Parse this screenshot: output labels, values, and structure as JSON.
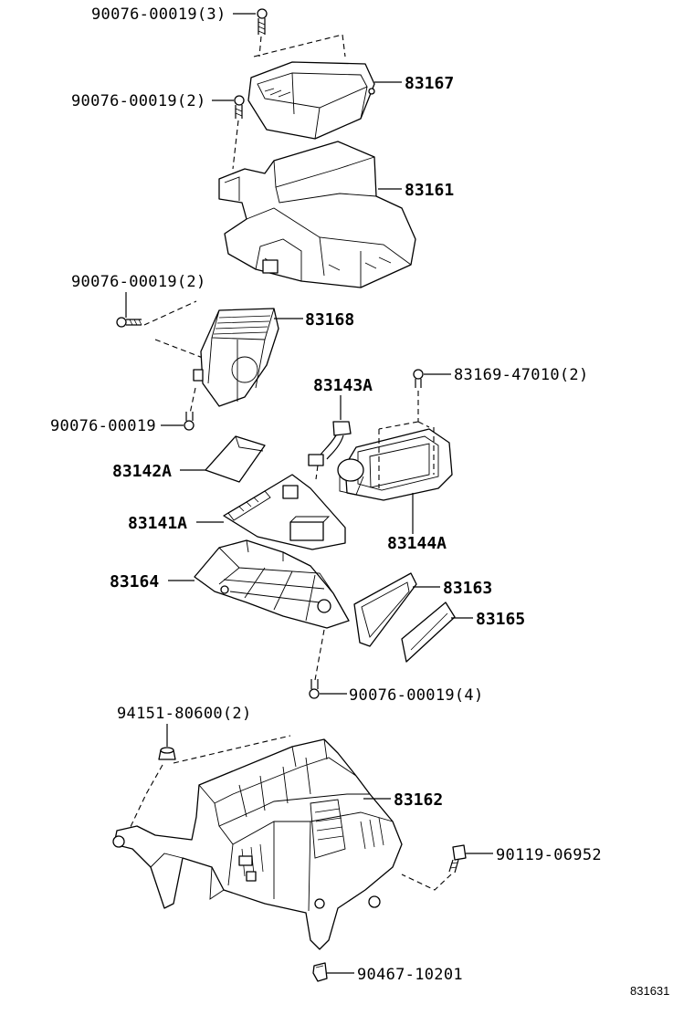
{
  "diagram_id": "831631",
  "callouts": {
    "bolt_top": "90076-00019(3)",
    "bolt_upper_left": "90076-00019(2)",
    "cover_83167": "83167",
    "housing_83161": "83161",
    "bolt_mid_left": "90076-00019(2)",
    "module_83168": "83168",
    "bolt_lower_left": "90076-00019",
    "part_83143A": "83143A",
    "screw_83169": "83169-47010(2)",
    "part_83142A": "83142A",
    "board_83141A": "83141A",
    "part_83144A": "83144A",
    "base_83164": "83164",
    "frame_83163": "83163",
    "plate_83165": "83165",
    "bolt_bottom_mid": "90076-00019(4)",
    "nut_94151": "94151-80600(2)",
    "case_83162": "83162",
    "screw_90119": "90119-06952",
    "clip_90467": "90467-10201"
  }
}
